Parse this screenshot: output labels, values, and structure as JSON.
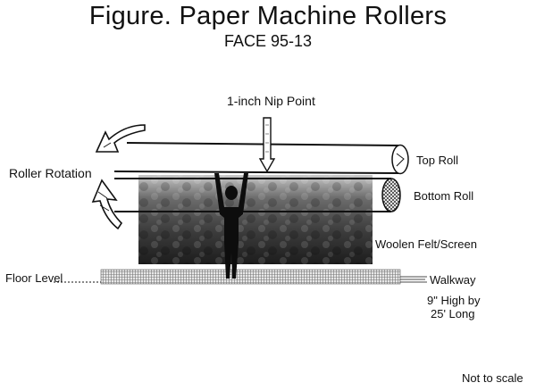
{
  "title": "Figure.  Paper Machine Rollers",
  "subtitle": "FACE 95-13",
  "labels": {
    "nip_point": "1-inch Nip Point",
    "roller_rotation": "Roller Rotation",
    "top_roll": "Top Roll",
    "bottom_roll": "Bottom Roll",
    "felt": "Woolen Felt/Screen",
    "floor_level": "Floor Level",
    "walkway": "Walkway",
    "walkway_dim_1": "9\" High by",
    "walkway_dim_2": "25' Long",
    "scale_note": "Not to scale"
  },
  "colors": {
    "ink": "#111111",
    "felt_dark": "#3a3a3a",
    "felt_light": "#bdbdbd"
  }
}
